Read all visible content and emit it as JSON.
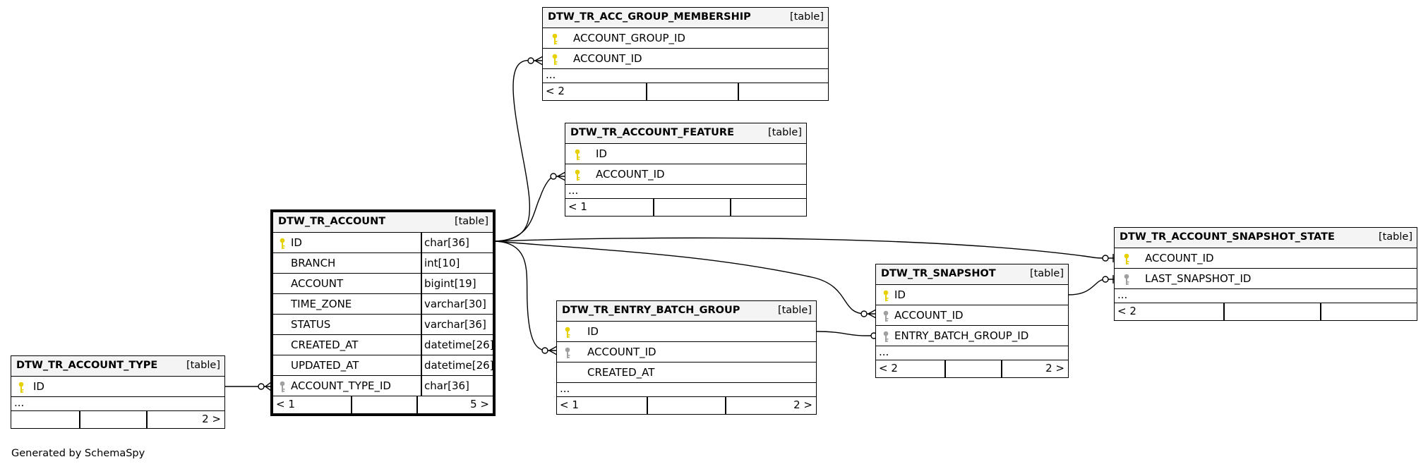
{
  "generated_by": "Generated by SchemaSpy",
  "type_label": "[table]",
  "ellipsis": "...",
  "colors": {
    "primary_key": "#e6d000",
    "foreign_key": "#a0a0a0",
    "header_bg": "#f4f4f4",
    "line": "#000000"
  },
  "tables": {
    "acc_group_membership": {
      "name": "DTW_TR_ACC_GROUP_MEMBERSHIP",
      "columns": [
        {
          "name": "ACCOUNT_GROUP_ID",
          "key": "primary"
        },
        {
          "name": "ACCOUNT_ID",
          "key": "primary"
        }
      ],
      "footer_left": "< 2",
      "footer_right": ""
    },
    "account_feature": {
      "name": "DTW_TR_ACCOUNT_FEATURE",
      "columns": [
        {
          "name": "ID",
          "key": "primary"
        },
        {
          "name": "ACCOUNT_ID",
          "key": "primary"
        }
      ],
      "footer_left": "< 1",
      "footer_right": ""
    },
    "account": {
      "name": "DTW_TR_ACCOUNT",
      "columns": [
        {
          "name": "ID",
          "type": "char[36]",
          "key": "primary"
        },
        {
          "name": "BRANCH",
          "type": "int[10]",
          "key": "none"
        },
        {
          "name": "ACCOUNT",
          "type": "bigint[19]",
          "key": "none"
        },
        {
          "name": "TIME_ZONE",
          "type": "varchar[30]",
          "key": "none"
        },
        {
          "name": "STATUS",
          "type": "varchar[36]",
          "key": "none"
        },
        {
          "name": "CREATED_AT",
          "type": "datetime[26]",
          "key": "none"
        },
        {
          "name": "UPDATED_AT",
          "type": "datetime[26]",
          "key": "none"
        },
        {
          "name": "ACCOUNT_TYPE_ID",
          "type": "char[36]",
          "key": "foreign"
        }
      ],
      "footer_left": "< 1",
      "footer_right": "5 >"
    },
    "account_type": {
      "name": "DTW_TR_ACCOUNT_TYPE",
      "columns": [
        {
          "name": "ID",
          "key": "primary"
        }
      ],
      "footer_left": "",
      "footer_right": "2 >"
    },
    "entry_batch_group": {
      "name": "DTW_TR_ENTRY_BATCH_GROUP",
      "columns": [
        {
          "name": "ID",
          "key": "primary"
        },
        {
          "name": "ACCOUNT_ID",
          "key": "foreign"
        },
        {
          "name": "CREATED_AT",
          "key": "none"
        }
      ],
      "footer_left": "< 1",
      "footer_right": "2 >"
    },
    "snapshot": {
      "name": "DTW_TR_SNAPSHOT",
      "columns": [
        {
          "name": "ID",
          "key": "primary"
        },
        {
          "name": "ACCOUNT_ID",
          "key": "foreign"
        },
        {
          "name": "ENTRY_BATCH_GROUP_ID",
          "key": "foreign"
        }
      ],
      "footer_left": "< 2",
      "footer_right": "2 >"
    },
    "snapshot_state": {
      "name": "DTW_TR_ACCOUNT_SNAPSHOT_STATE",
      "columns": [
        {
          "name": "ACCOUNT_ID",
          "key": "primary"
        },
        {
          "name": "LAST_SNAPSHOT_ID",
          "key": "foreign"
        }
      ],
      "footer_left": "< 2",
      "footer_right": ""
    }
  }
}
